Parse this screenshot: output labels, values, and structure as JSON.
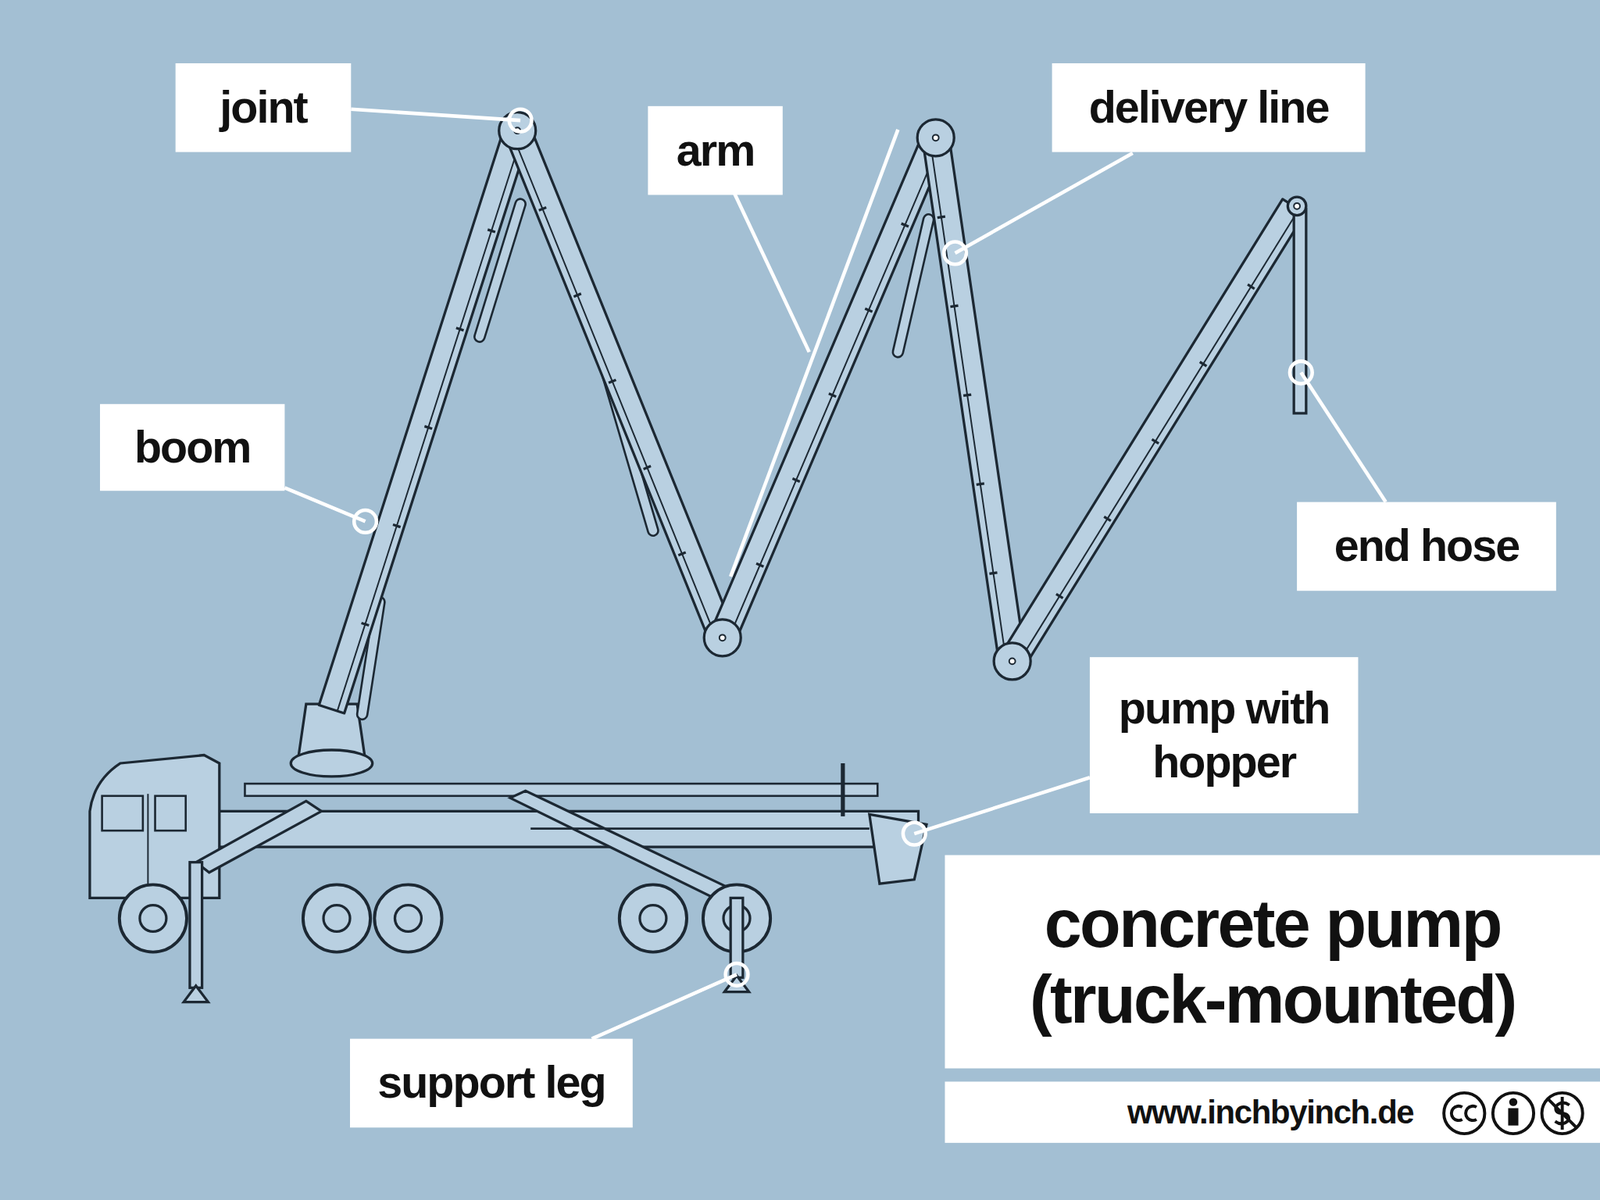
{
  "diagram": {
    "title": "concrete pump (truck-mounted)",
    "nodes": [
      {
        "text": [
          "joint"
        ]
      },
      {
        "text": [
          "arm"
        ]
      },
      {
        "text": [
          "delivery line"
        ]
      },
      {
        "text": [
          "boom"
        ]
      },
      {
        "text": [
          "end hose"
        ]
      },
      {
        "text": [
          "pump with hopper"
        ]
      },
      {
        "text": [
          "support leg"
        ]
      }
    ],
    "labels": [
      "www.inchbyinch.de"
    ]
  }
}
